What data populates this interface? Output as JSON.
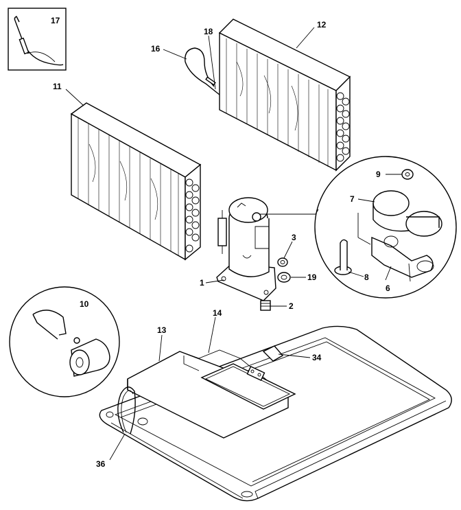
{
  "parts": {
    "p17": "17",
    "p18": "18",
    "p12": "12",
    "p16": "16",
    "p11": "11",
    "p9": "9",
    "p7": "7",
    "p8": "8",
    "p6": "6",
    "p3": "3",
    "p1": "1",
    "p19": "19",
    "p2": "2",
    "p10": "10",
    "p14": "14",
    "p13": "13",
    "p34": "34",
    "p36": "36"
  }
}
